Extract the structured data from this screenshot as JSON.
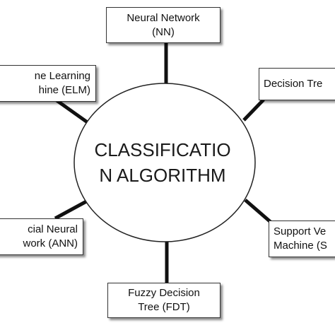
{
  "center": {
    "line1": "CLASSIFICATIO",
    "line2": "N ALGORITHM"
  },
  "nodes": {
    "nn": {
      "line1": "Neural Network",
      "line2": "(NN)"
    },
    "elm": {
      "line1": "ne Learning",
      "line2": "hine (ELM)"
    },
    "dt": {
      "line1": "Decision Tre"
    },
    "ann": {
      "line1": "cial Neural",
      "line2": "work (ANN)"
    },
    "svm": {
      "line1": "Support Ve",
      "line2": "Machine (S"
    },
    "fdt": {
      "line1": "Fuzzy Decision",
      "line2": "Tree (FDT)"
    }
  },
  "colors": {
    "connector": "#111111",
    "ellipse_stroke": "#222222",
    "ellipse_fill": "#ffffff"
  }
}
